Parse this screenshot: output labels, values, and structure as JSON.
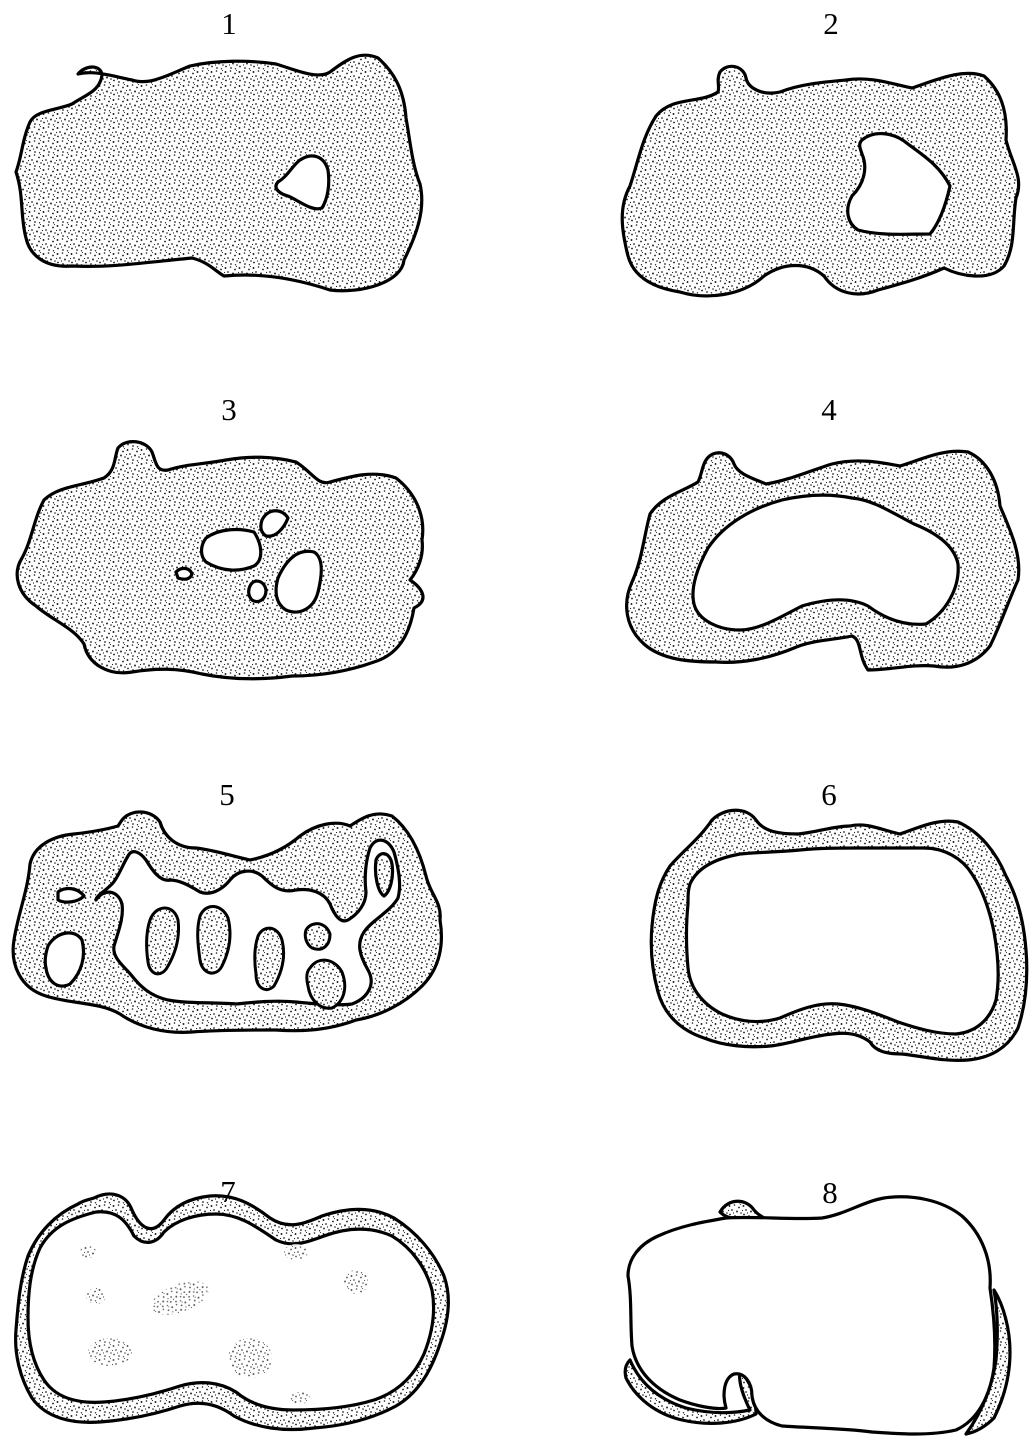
{
  "figure": {
    "panels": [
      {
        "label": "1"
      },
      {
        "label": "2"
      },
      {
        "label": "3"
      },
      {
        "label": "4"
      },
      {
        "label": "5"
      },
      {
        "label": "6"
      },
      {
        "label": "7"
      },
      {
        "label": "8"
      }
    ],
    "colors": {
      "outline": "#000000",
      "stipple_dot": "#1a1a1a",
      "background": "#ffffff"
    }
  }
}
